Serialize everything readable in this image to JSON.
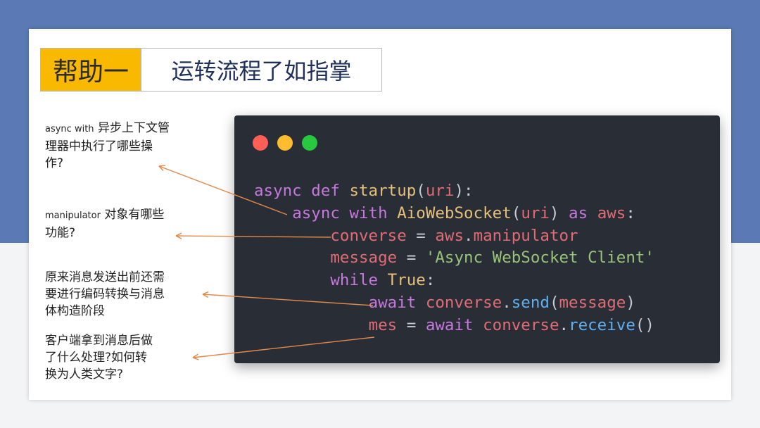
{
  "title": {
    "tag": "帮助一",
    "text": "运转流程了如指掌"
  },
  "notes": [
    {
      "prefix": "async with",
      "lines": [
        "异步上下文管",
        "理器中执行了哪些操",
        "作?"
      ]
    },
    {
      "prefix": "manipulator",
      "lines": [
        "对象有哪些",
        "功能?"
      ]
    },
    {
      "lines": [
        "原来消息发送出前还需",
        "要进行编码转换与消息",
        "体构造阶段"
      ]
    },
    {
      "lines": [
        "客户端拿到消息后做",
        "了什么处理?如何转",
        "换为人类文字?"
      ]
    }
  ],
  "code": {
    "l1_kw_async": "async",
    "l1_kw_def": "def",
    "l1_fn": "startup",
    "l1_open": "(",
    "l1_arg": "uri",
    "l1_close": "):",
    "l2_kw_async": "async",
    "l2_kw_with": "with",
    "l2_cls": "AioWebSocket",
    "l2_open": "(",
    "l2_arg": "uri",
    "l2_close": ")",
    "l2_kw_as": "as",
    "l2_alias": "aws",
    "l2_colon": ":",
    "l3_var": "converse",
    "l3_eq": "=",
    "l3_obj": "aws",
    "l3_dot": ".",
    "l3_attr": "manipulator",
    "l4_var": "message",
    "l4_eq": "=",
    "l4_str": "'Async WebSocket Client'",
    "l5_kw_while": "while",
    "l5_true": "True",
    "l5_colon": ":",
    "l6_kw_await": "await",
    "l6_obj": "converse",
    "l6_dot": ".",
    "l6_meth": "send",
    "l6_open": "(",
    "l6_arg": "message",
    "l6_close": ")",
    "l7_var": "mes",
    "l7_eq": "=",
    "l7_kw_await": "await",
    "l7_obj": "converse",
    "l7_dot": ".",
    "l7_meth": "receive",
    "l7_parens": "()"
  },
  "colors": {
    "background_band": "#5b7ab5",
    "title_tag": "#f9b900",
    "code_bg": "#292d36",
    "arrow": "#e08a4c"
  }
}
